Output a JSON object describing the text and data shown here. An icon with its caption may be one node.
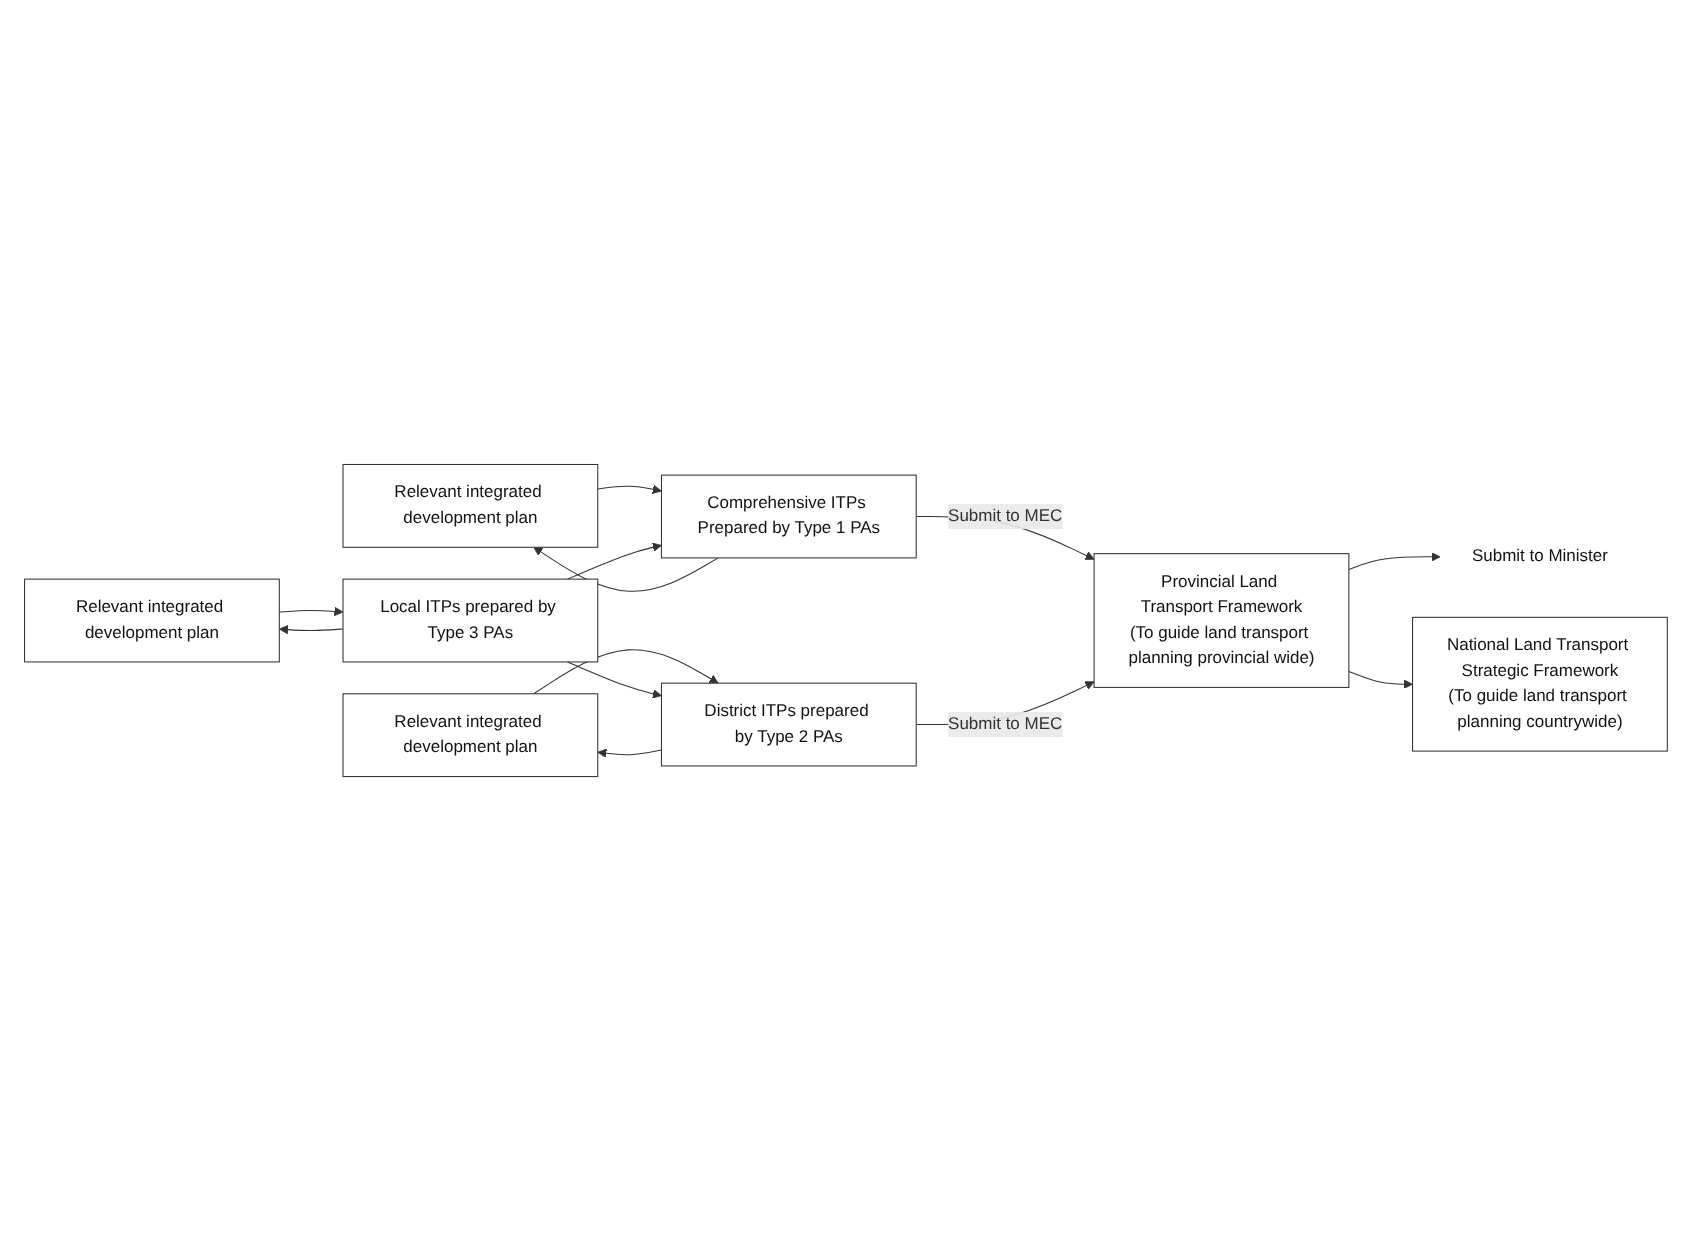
{
  "diagram": {
    "nodes": [
      {
        "text": [
          "National Land Transport Strategic Framework",
          "(To guide land transport planning countrywide)"
        ]
      },
      {
        "text": [
          "Submit to Minister"
        ]
      },
      {
        "text": [
          "Relevant integrated development plan"
        ]
      },
      {
        "text": [
          "Comprehensive ITPs Prepared by Type 1 PAs"
        ]
      },
      {
        "text": [
          "Provincial Land Transport Framework",
          "(To guide land transport planning provincial wide)"
        ]
      },
      {
        "text": [
          "Relevant integrated development plan"
        ]
      },
      {
        "text": [
          "District ITPs prepared by Type 2 PAs"
        ]
      },
      {
        "text": [
          "Relevant integrated development plan"
        ]
      },
      {
        "text": [
          "Local ITPs prepared by Type 3 PAs"
        ]
      }
    ],
    "edges": [
      {
        "from": 4,
        "to": 1,
        "arrow": "to"
      },
      {
        "from": 4,
        "to": 0,
        "arrow": "to"
      },
      {
        "from": 2,
        "to": 3,
        "arrow": "to"
      },
      {
        "from": 3,
        "to": 2,
        "arrow": "to"
      },
      {
        "from": 3,
        "to": 4,
        "label": "Submit to MEC",
        "arrow": "to"
      },
      {
        "from": 6,
        "to": 5,
        "arrow": "to"
      },
      {
        "from": 5,
        "to": 6,
        "arrow": "to"
      },
      {
        "from": 6,
        "to": 4,
        "label": "Submit to MEC",
        "arrow": "to"
      },
      {
        "from": 8,
        "to": 6,
        "arrow": "to"
      },
      {
        "from": 8,
        "to": 3,
        "arrow": "to"
      },
      {
        "from": 8,
        "to": 7,
        "arrow": "to"
      },
      {
        "from": 7,
        "to": 8,
        "arrow": "to"
      }
    ]
  }
}
